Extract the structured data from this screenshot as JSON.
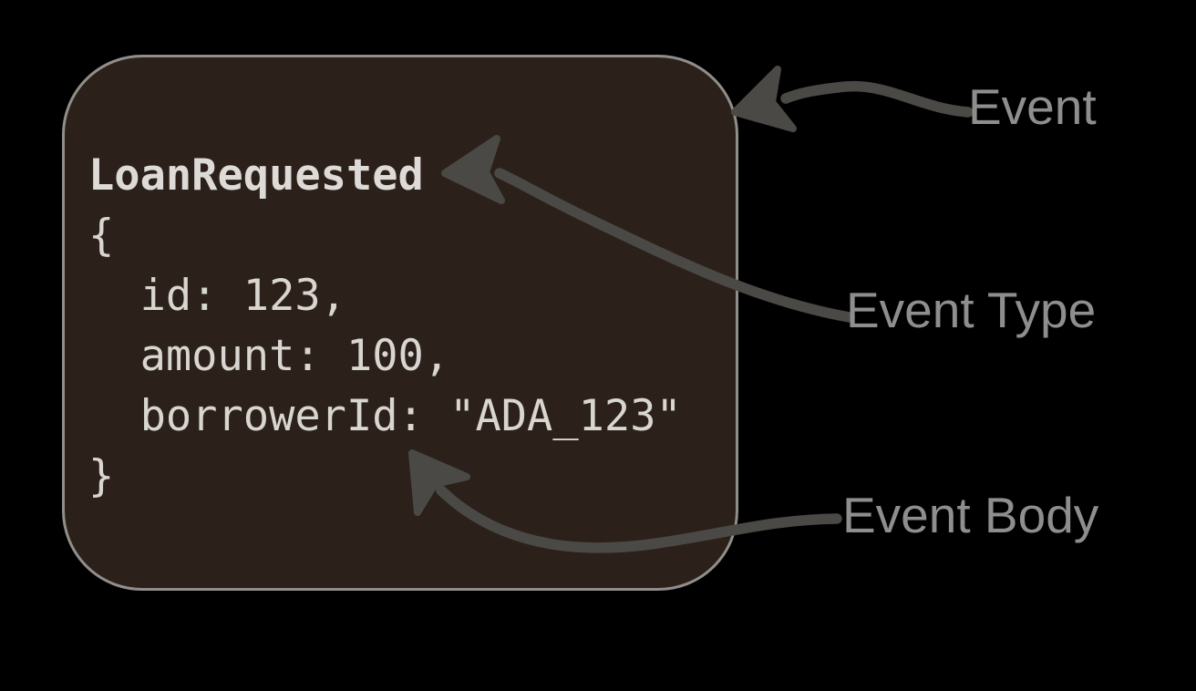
{
  "page": {
    "background_color": "#000000"
  },
  "event_card": {
    "code_title": "LoanRequested",
    "code_body_lines": [
      "{",
      "  id: 123,",
      "  amount: 100,",
      "  borrowerId: \"ADA_123\"",
      "}"
    ],
    "fill_color": "#2b211a",
    "border_color": "#918e8a",
    "code_text_color": "#d9d5d1"
  },
  "annotations": {
    "arrow_color": "#4b4946",
    "label_color": "#8e8e8e",
    "event_label": "Event",
    "event_type_label": "Event Type",
    "event_body_label": "Event Body"
  }
}
